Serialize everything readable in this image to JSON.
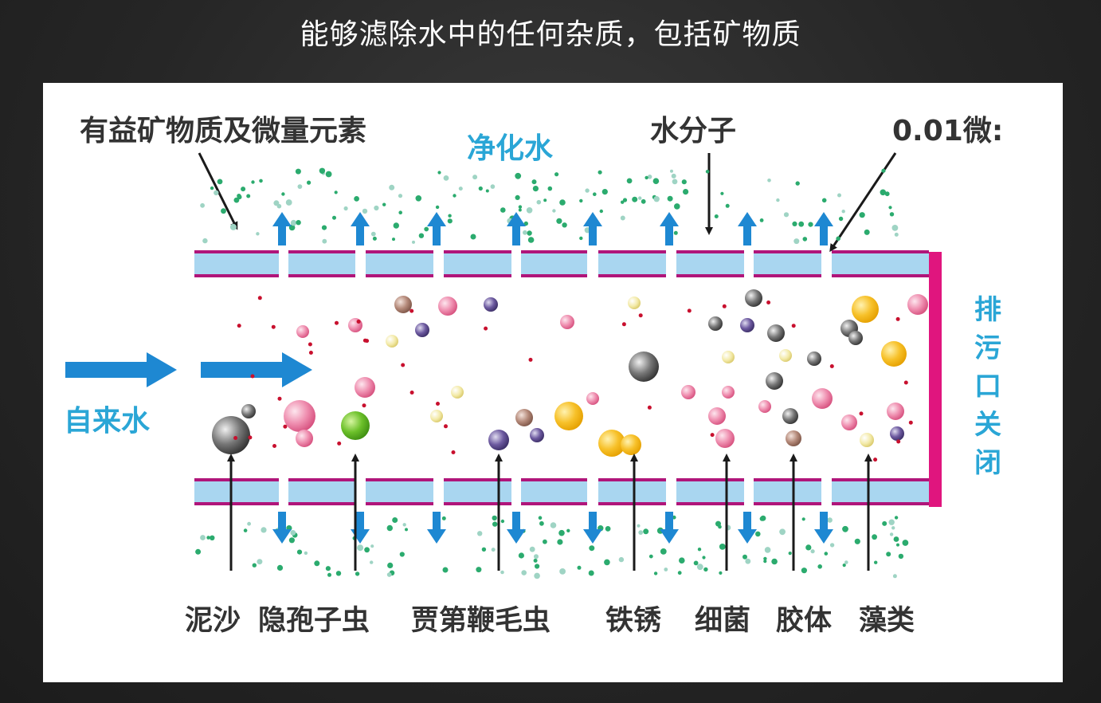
{
  "title": "能够滤除水中的任何杂质，包括矿物质",
  "diagram": {
    "top_labels": {
      "minerals": "有益矿物质及微量元素",
      "purified": "净化水",
      "molecule": "水分子",
      "pore": "0.01微:"
    },
    "inlet_label": "自来水",
    "drain_label": "排污口关闭",
    "contaminants": [
      "泥沙",
      "隐孢子虫",
      "贾第鞭毛虫",
      "铁锈",
      "细菌",
      "胶体",
      "藻类"
    ]
  },
  "colors": {
    "pipe_fill": "#a9d6f0",
    "pipe_border": "#b0157a",
    "arrow_blue": "#1e88d2",
    "label_cyan": "#2aa6d6",
    "text_dark": "#333333",
    "dot_green": "#2bab6e",
    "drain_magenta": "#e0157e"
  }
}
